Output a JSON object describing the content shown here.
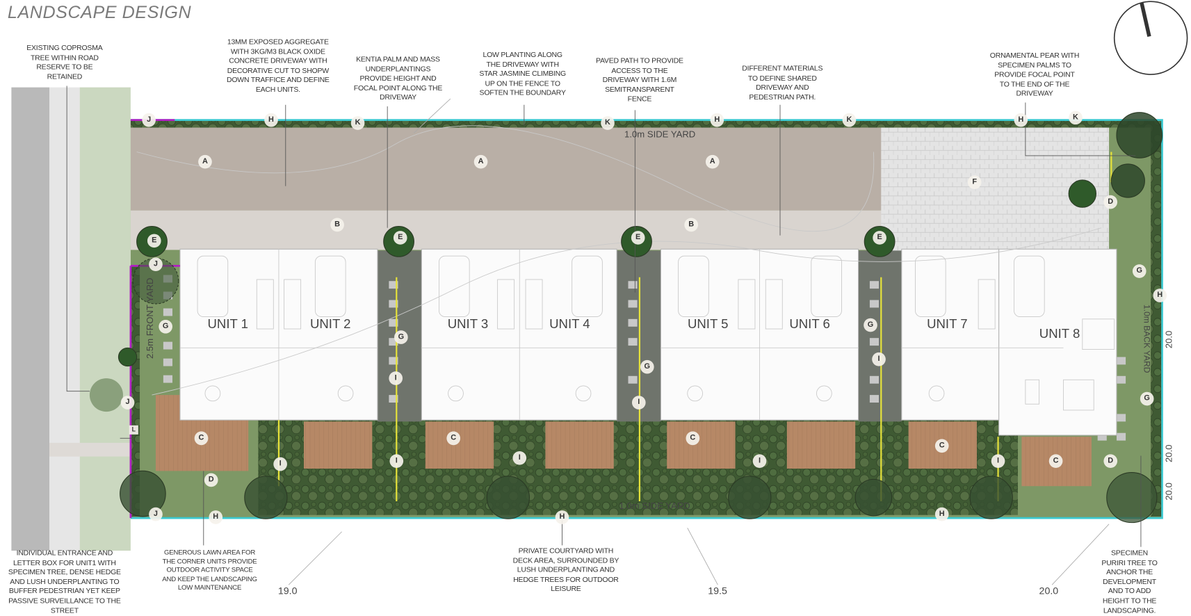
{
  "title": "LANDSCAPE DESIGN",
  "annotations": {
    "coprosma": "EXISTING COPROSMA\nTREE WITHIN ROAD\nRESERVE TO BE\nRETAINED",
    "driveway": "13MM EXPOSED AGGREGATE\nWITH 3KG/M3 BLACK OXIDE\nCONCRETE DRIVEWAY WITH\nDECORATIVE CUT TO SHOPW\nDOWN TRAFFICE AND DEFINE\nEACH UNITS.",
    "kentia": "KENTIA PALM AND MASS\nUNDERPLANTINGS\nPROVIDE HEIGHT AND\nFOCAL POINT ALONG THE\nDRIVEWAY",
    "low_planting": "LOW PLANTING ALONG\nTHE DRIVEWAY WITH\nSTAR JASMINE CLIMBING\nUP ON THE FENCE TO\nSOFTEN THE BOUNDARY",
    "paved_path": "PAVED PATH TO PROVIDE\nACCESS TO THE\nDRIVEWAY  WITH 1.6M\nSEMITRANSPARENT\nFENCE",
    "materials": "DIFFERENT MATERIALS\nTO DEFINE SHARED\nDRIVEWAY AND\nPEDESTRIAN PATH.",
    "pear": "ORNAMENTAL PEAR WITH\nSPECIMEN PALMS TO\nPROVIDE FOCAL POINT\nTO THE END OF THE\nDRIVEWAY",
    "entrance": "INDIVIDUAL ENTRANCE AND\nLETTER BOX FOR UNIT1 WITH\nSPECIMEN TREE, DENSE HEDGE\nAND LUSH UNDERPLANTING TO\nBUFFER PEDESTRIAN YET KEEP\nPASSIVE SURVEILLANCE TO THE\nSTREET",
    "lawn": "GENEROUS LAWN AREA FOR\nTHE CORNER UNITS PROVIDE\nOUTDOOR ACTIVITY SPACE\nAND KEEP THE LANDSCAPING\nLOW MAINTENANCE",
    "courtyard": "PRIVATE COURTYARD WITH\nDECK AREA, SURROUNDED BY\nLUSH UNDERPLANTING AND\nHEDGE TREES FOR OUTDOOR\nLEISURE",
    "puriri": "SPECIMEN PURIRI TREE TO\nANCHOR THE DEVELOPMENT\nAND TO ADD HEIGHT TO THE\nLANDSCAPING."
  },
  "units": [
    "UNIT 1",
    "UNIT 2",
    "UNIT 3",
    "UNIT 4",
    "UNIT 5",
    "UNIT 6",
    "UNIT 7",
    "UNIT 8"
  ],
  "yards": {
    "side_top": "1.0m SIDE YARD",
    "side_bottom": "1.0m SIDE YARD",
    "front": "2.5m FRONT YARD",
    "back": "1.0m BACK YARD"
  },
  "levels": {
    "l1": "19.0",
    "l2": "19.5",
    "l3": "20.0",
    "r1": "20.0",
    "r2": "20.0",
    "r3": "20.0"
  },
  "markers": [
    "J",
    "H",
    "K",
    "K",
    "H",
    "K",
    "H",
    "K",
    "A",
    "A",
    "A",
    "B",
    "B",
    "F",
    "D",
    "E",
    "E",
    "E",
    "E",
    "J",
    "G",
    "G",
    "G",
    "G",
    "G",
    "H",
    "G",
    "I",
    "I",
    "I",
    "I",
    "I",
    "I",
    "I",
    "I",
    "J",
    "C",
    "D",
    "C",
    "C",
    "C",
    "C",
    "D",
    "J",
    "H",
    "H",
    "H",
    "L"
  ],
  "colors": {
    "driveway": "#b9afa6",
    "concrete": "#d9d4cf",
    "lawn": "#7e9866",
    "planting": "#3f5a33",
    "deck": "#b68866",
    "boundary": "#3cc9d0",
    "front_boundary": "#b21fc4",
    "fence_line": "#e6e23a"
  }
}
